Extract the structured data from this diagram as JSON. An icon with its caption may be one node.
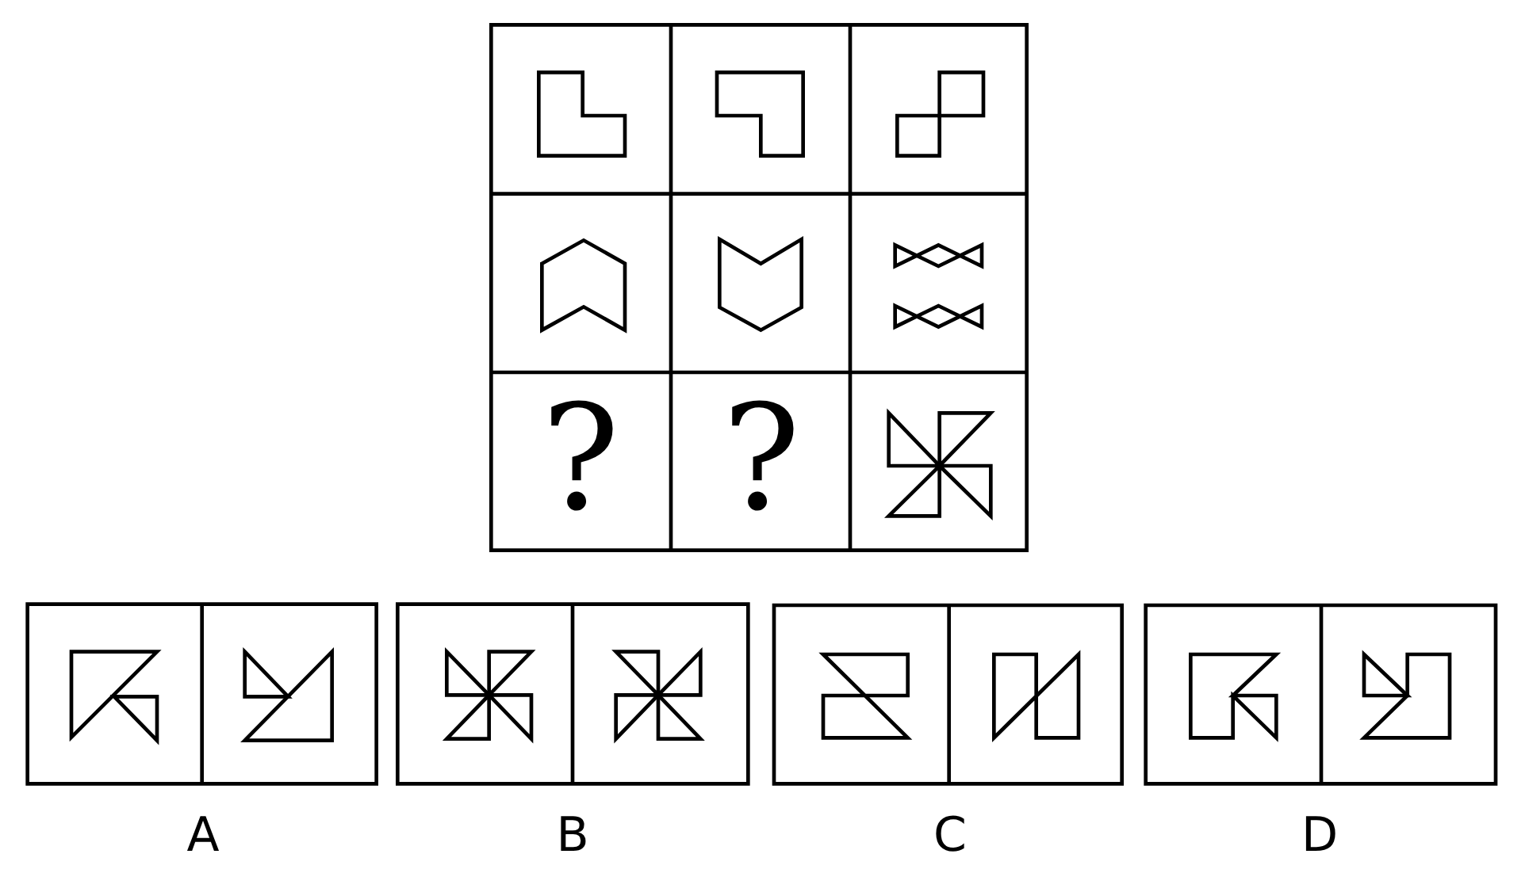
{
  "diagram": {
    "labels": [
      "?",
      "?",
      "A",
      "B",
      "C",
      "D"
    ]
  }
}
